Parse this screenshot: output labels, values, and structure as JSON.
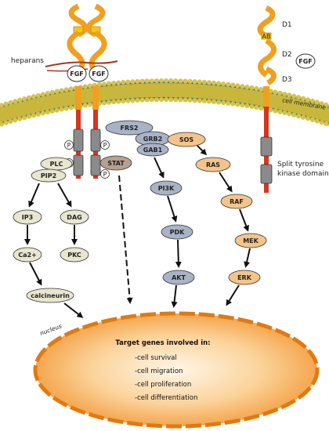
{
  "labels": {
    "heparans": "heparans",
    "fgf_left": "FGF",
    "fgf_right": "FGF",
    "fgf_free": "FGF",
    "d1": "D1",
    "ab": "AB",
    "d2": "D2",
    "d3": "D3",
    "cell_membrane": "cell membrane",
    "split_tk_line1": "Split tyrosine",
    "split_tk_line2": "kinase domain",
    "p": "P",
    "nucleus": "nucleus"
  },
  "nodes": {
    "frs2": "FRS2",
    "grb2": "GRB2",
    "sos": "SOS",
    "gab1": "GAB1",
    "stat": "STAT",
    "plc": "PLC",
    "pip2": "PIP2",
    "ip3": "IP3",
    "dag": "DAG",
    "ca2": "Ca2+",
    "pkc": "PKC",
    "calcineurin": "calcineurin",
    "pi3k": "PI3K",
    "pdk": "PDK",
    "akt": "AKT",
    "ras": "RAS",
    "raf": "RAF",
    "mek": "MEK",
    "erk": "ERK"
  },
  "target": {
    "title": "Target genes involved in:",
    "items": [
      "-cell survival",
      "-cell migration",
      "-cell proliferation",
      "-cell differentiation"
    ]
  },
  "colors": {
    "receptor_red": "#d8351f",
    "receptor_orange": "#f0a01e",
    "receptor_yellow": "#f5c518",
    "membrane_head": "#c9b63c",
    "membrane_tail": "#7a8a2a",
    "frs_blue": "#a9b3c7",
    "sos_orange": "#f4c48a",
    "plc_beige": "#e8e6cf",
    "stat_brown": "#b8a08e",
    "nucleus_fill": "#f6b062",
    "nucleus_border": "#e07a10",
    "tk_gray": "#8a8a8a"
  }
}
